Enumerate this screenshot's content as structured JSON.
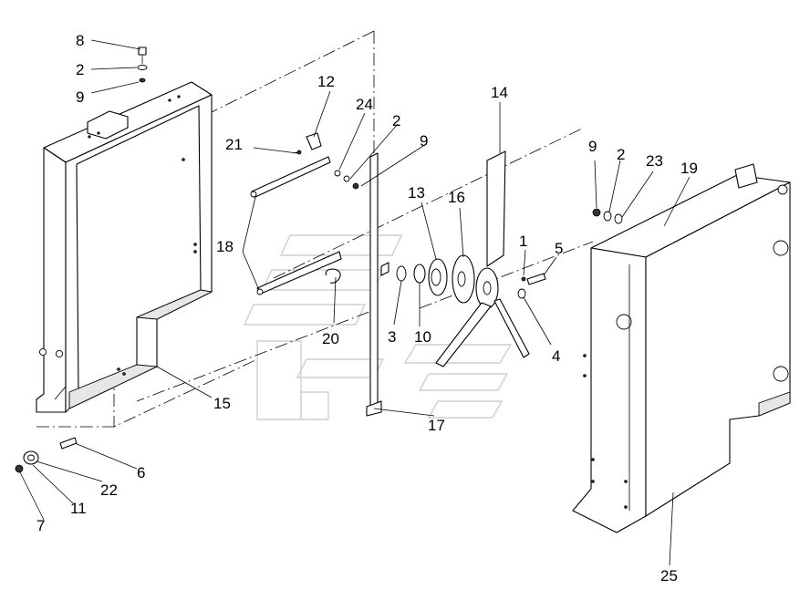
{
  "callouts": {
    "c8": "8",
    "c2a": "2",
    "c9a": "9",
    "c12": "12",
    "c24": "24",
    "c2b": "2",
    "c9b": "9",
    "c21": "21",
    "c14": "14",
    "c13": "13",
    "c16": "16",
    "c9c": "9",
    "c2c": "2",
    "c23": "23",
    "c19": "19",
    "c18": "18",
    "c1": "1",
    "c5": "5",
    "c20": "20",
    "c3": "3",
    "c10": "10",
    "c4": "4",
    "c15": "15",
    "c17": "17",
    "c6": "6",
    "c22": "22",
    "c11": "11",
    "c7": "7",
    "c25": "25"
  }
}
